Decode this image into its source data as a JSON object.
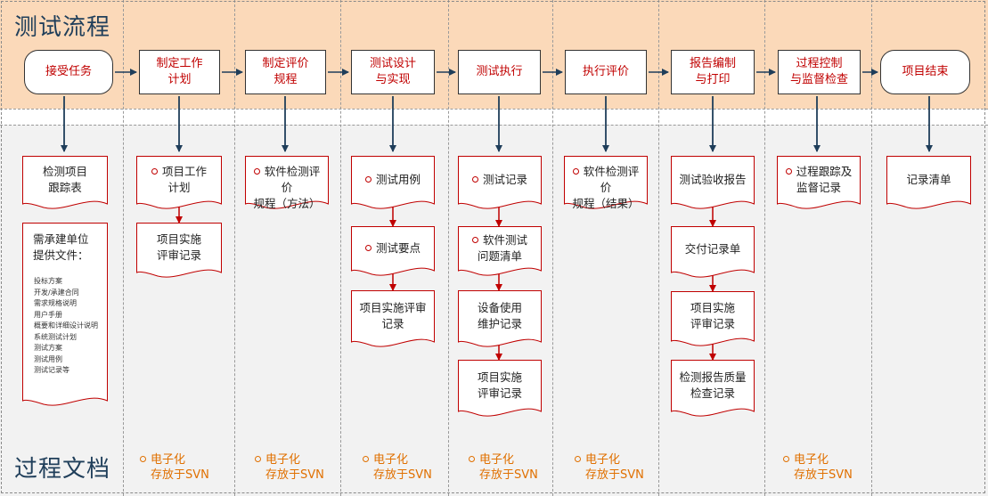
{
  "titles": {
    "top": "测试流程",
    "bottom": "过程文档"
  },
  "colors": {
    "band": "#fbd9b9",
    "navy": "#1f3e5a",
    "red": "#c00000",
    "orange": "#e07000"
  },
  "process": [
    {
      "id": "p1",
      "label": "接受任务"
    },
    {
      "id": "p2",
      "label": "制定工作\n计划"
    },
    {
      "id": "p3",
      "label": "制定评价\n规程"
    },
    {
      "id": "p4",
      "label": "测试设计\n与实现"
    },
    {
      "id": "p5",
      "label": "测试执行"
    },
    {
      "id": "p6",
      "label": "执行评价"
    },
    {
      "id": "p7",
      "label": "报告编制\n与打印"
    },
    {
      "id": "p8",
      "label": "过程控制\n与监督检查"
    },
    {
      "id": "p9",
      "label": "项目结束"
    }
  ],
  "docs": {
    "c1": [
      {
        "label": "检测项目\n跟踪表",
        "bullet": false
      },
      {
        "label": "需承建单位\n提供文件：",
        "bullet": false,
        "items": [
          "投标方案",
          "开发/承建合同",
          "需求规格说明",
          "用户手册",
          "概要和详细设计说明",
          "系统测试计划",
          "测试方案",
          "测试用例",
          "测试记录等"
        ]
      }
    ],
    "c2": [
      {
        "label": "项目工作\n计划",
        "bullet": true
      },
      {
        "label": "项目实施\n评审记录",
        "bullet": false
      }
    ],
    "c3": [
      {
        "label": "软件检测评价\n规程（方法）",
        "bullet": true
      }
    ],
    "c4": [
      {
        "label": "测试用例",
        "bullet": true
      },
      {
        "label": "测试要点",
        "bullet": true
      },
      {
        "label": "项目实施评审\n记录",
        "bullet": false
      }
    ],
    "c5": [
      {
        "label": "测试记录",
        "bullet": true
      },
      {
        "label": "软件测试\n问题清单",
        "bullet": true
      },
      {
        "label": "设备使用\n维护记录",
        "bullet": false
      },
      {
        "label": "项目实施\n评审记录",
        "bullet": false
      }
    ],
    "c6": [
      {
        "label": "软件检测评价\n规程（结果）",
        "bullet": true
      }
    ],
    "c7": [
      {
        "label": "测试验收报告",
        "bullet": false
      },
      {
        "label": "交付记录单",
        "bullet": false
      },
      {
        "label": "项目实施\n评审记录",
        "bullet": false
      },
      {
        "label": "检测报告质量\n检查记录",
        "bullet": false
      }
    ],
    "c8": [
      {
        "label": "过程跟踪及\n监督记录",
        "bullet": true
      }
    ],
    "c9": [
      {
        "label": "记录清单",
        "bullet": false
      }
    ]
  },
  "footnote": {
    "line1": "电子化",
    "line2": "存放于SVN"
  }
}
